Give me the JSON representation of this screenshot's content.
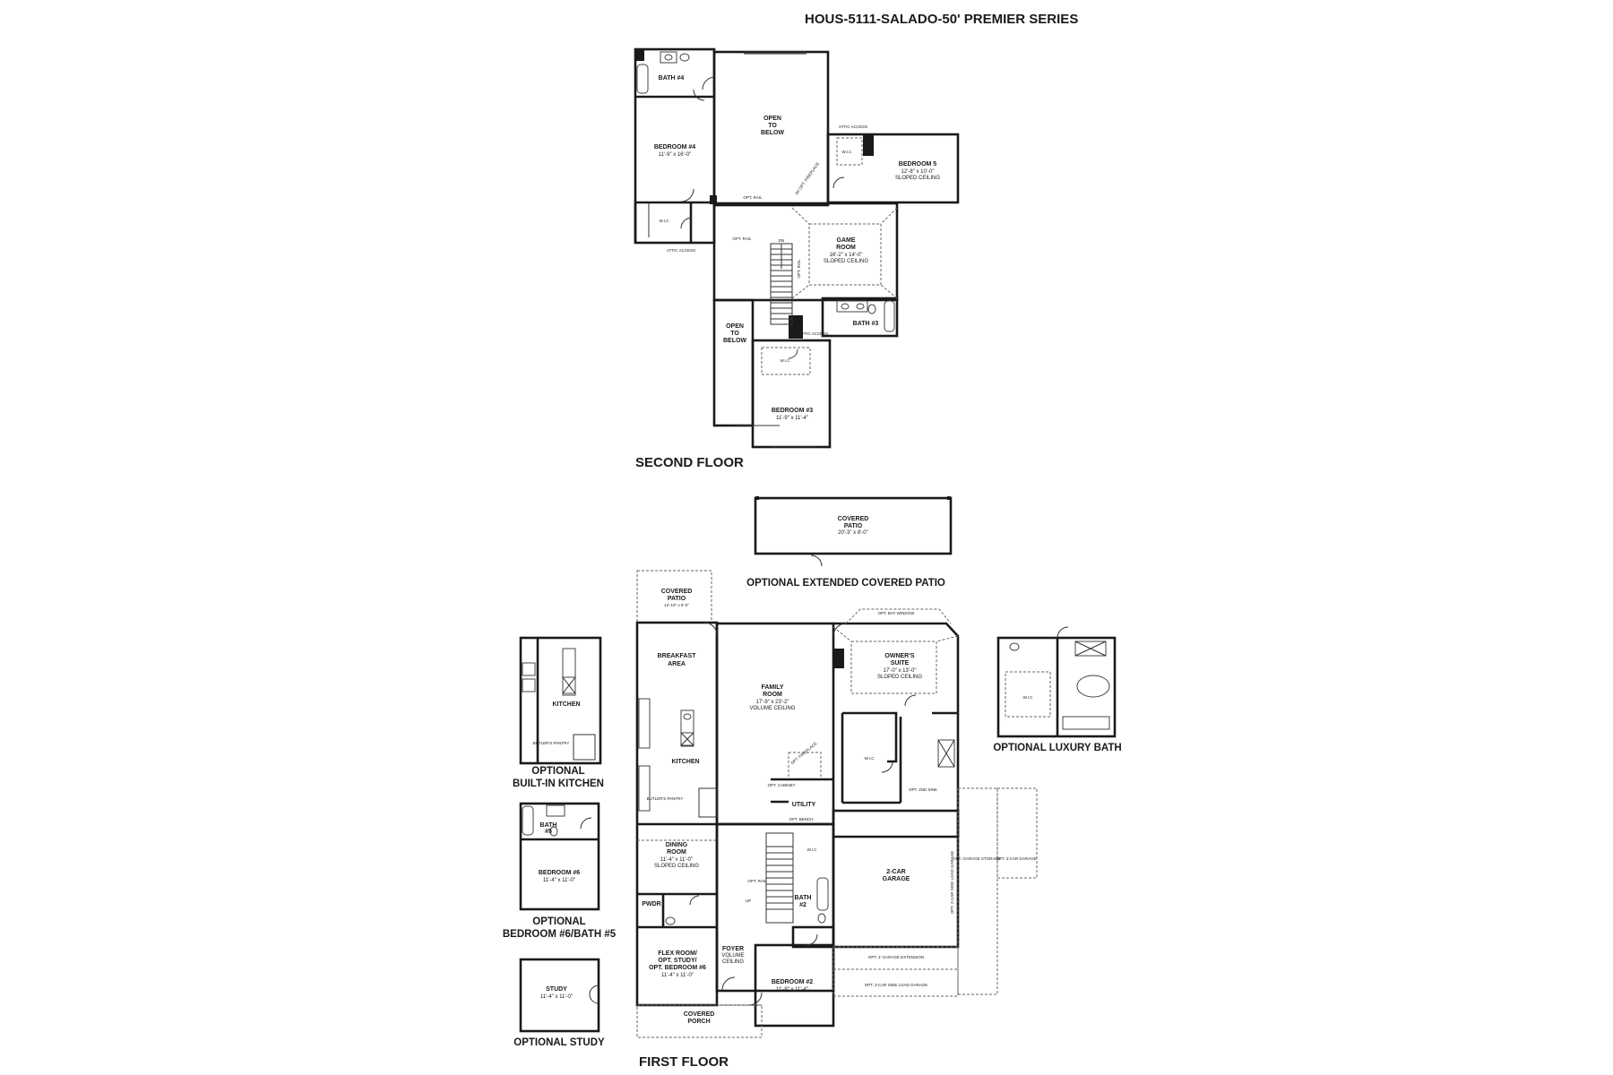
{
  "header": {
    "title": "HOUS-5111-SALADO-50' PREMIER SERIES"
  },
  "second_floor": {
    "label": "SECOND FLOOR",
    "rooms": {
      "bath4": "BATH #4",
      "open_top_1": "OPEN",
      "open_top_2": "TO",
      "open_top_3": "BELOW",
      "bedroom4": "BEDROOM #4",
      "bedroom4_dim": "11'-9\" x 16'-0\"",
      "attic_access_a": "ATTIC ACCESS",
      "wic_bed5": "W.I.C",
      "bedroom5": "BEDROOM 5",
      "bedroom5_dim": "12'-8\" x 10'-0\"",
      "bedroom5_ceiling": "SLOPED CEILING",
      "opt_fireplace": "W/ OPT. FIREPLACE",
      "opt_rail_a": "OPT. RAIL",
      "wic_bed4": "W.I.C",
      "attic_access_b": "ATTIC ACCESS",
      "opt_rail_b": "OPT. RAIL",
      "dn": "DN",
      "game_room_1": "GAME",
      "game_room_2": "ROOM",
      "game_room_dim": "16'-2\" x 14'-0\"",
      "game_room_ceiling": "SLOPED CEILING",
      "opt_rail_c": "OPT. RAIL",
      "bath3": "BATH #3",
      "open_low_1": "OPEN",
      "open_low_2": "TO",
      "open_low_3": "BELOW",
      "attic_access_c": "ATTIC ACCESS",
      "wic_bed3": "W.I.C",
      "bedroom3": "BEDROOM #3",
      "bedroom3_dim": "11'-9\" x 11'-4\""
    }
  },
  "first_floor": {
    "label": "FIRST FLOOR",
    "ext_patio": {
      "title_1": "COVERED",
      "title_2": "PATIO",
      "dim": "20'-3\" x 8'-0\"",
      "caption": "OPTIONAL EXTENDED COVERED PATIO"
    },
    "rooms": {
      "covered_patio_1": "COVERED",
      "covered_patio_2": "PATIO",
      "covered_patio_dim": "12'-10\" x 8'-0\"",
      "opt_bay_window": "OPT. BAY WINDOW",
      "breakfast_1": "BREAKFAST",
      "breakfast_2": "AREA",
      "family_1": "FAMILY",
      "family_2": "ROOM",
      "family_dim": "17'-9\" x 23'-2\"",
      "family_ceiling": "VOLUME CEILING",
      "owners_1": "OWNER'S",
      "owners_2": "SUITE",
      "owners_dim": "17'-0\" x 13'-0\"",
      "owners_ceiling": "SLOPED CEILING",
      "opt_fireplace": "OPT. FIREPLACE",
      "kitchen": "KITCHEN",
      "wic_owner": "W.I.C",
      "butler_pantry": "BUTLER'S PANTRY",
      "opt_cabinet": "OPT. CABINET",
      "utility": "UTILITY",
      "opt_2nd_sink": "OPT. 2ND SINK",
      "opt_bench": "OPT. BENCH",
      "dining_1": "DINING",
      "dining_2": "ROOM",
      "dining_dim": "11'-4\" x 11'-0\"",
      "dining_ceiling": "SLOPED CEILING",
      "wic_bed2": "W.I.C",
      "garage_1": "2-CAR",
      "garage_2": "GARAGE",
      "opt_side_load": "OPT. 2-CAR SIDE LOAD GARAGE",
      "opt_garage_storage": "OPT. GARAGE STORAGE",
      "opt_3car_garage": "OPT. 3-CAR GARAGE",
      "opt_rail": "OPT. RAIL",
      "up": "UP",
      "bath2_1": "BATH",
      "bath2_2": "#2",
      "pwdr": "PWDR",
      "flex_1": "FLEX ROOM/",
      "flex_2": "OPT. STUDY/",
      "flex_3": "OPT. BEDROOM #6",
      "flex_dim": "11'-4\" x 11'-0\"",
      "foyer_1": "FOYER",
      "foyer_2": "VOLUME",
      "foyer_3": "CEILING",
      "bedroom2": "BEDROOM #2",
      "bedroom2_dim": "11'-9\" x 11'-4\"",
      "opt_garage_ext": "OPT. 4' GARAGE EXTENSION",
      "opt_3car_side": "OPT. 3-CAR SIDE LOAD GARAGE",
      "porch_1": "COVERED",
      "porch_2": "PORCH"
    }
  },
  "options": {
    "kitchen": {
      "room": "KITCHEN",
      "pantry": "BUTLER'S PANTRY",
      "caption_1": "OPTIONAL",
      "caption_2": "BUILT-IN KITCHEN"
    },
    "bedroom6": {
      "bath": "BATH",
      "bath_num": "#5",
      "room": "BEDROOM #6",
      "dim": "11'-4\" x 11'-0\"",
      "caption_1": "OPTIONAL",
      "caption_2": "BEDROOM #6/BATH #5"
    },
    "study": {
      "room": "STUDY",
      "dim": "11'-4\" x 11'-0\"",
      "caption": "OPTIONAL STUDY"
    },
    "luxury_bath": {
      "wic": "W.I.C",
      "caption": "OPTIONAL LUXURY BATH"
    }
  }
}
